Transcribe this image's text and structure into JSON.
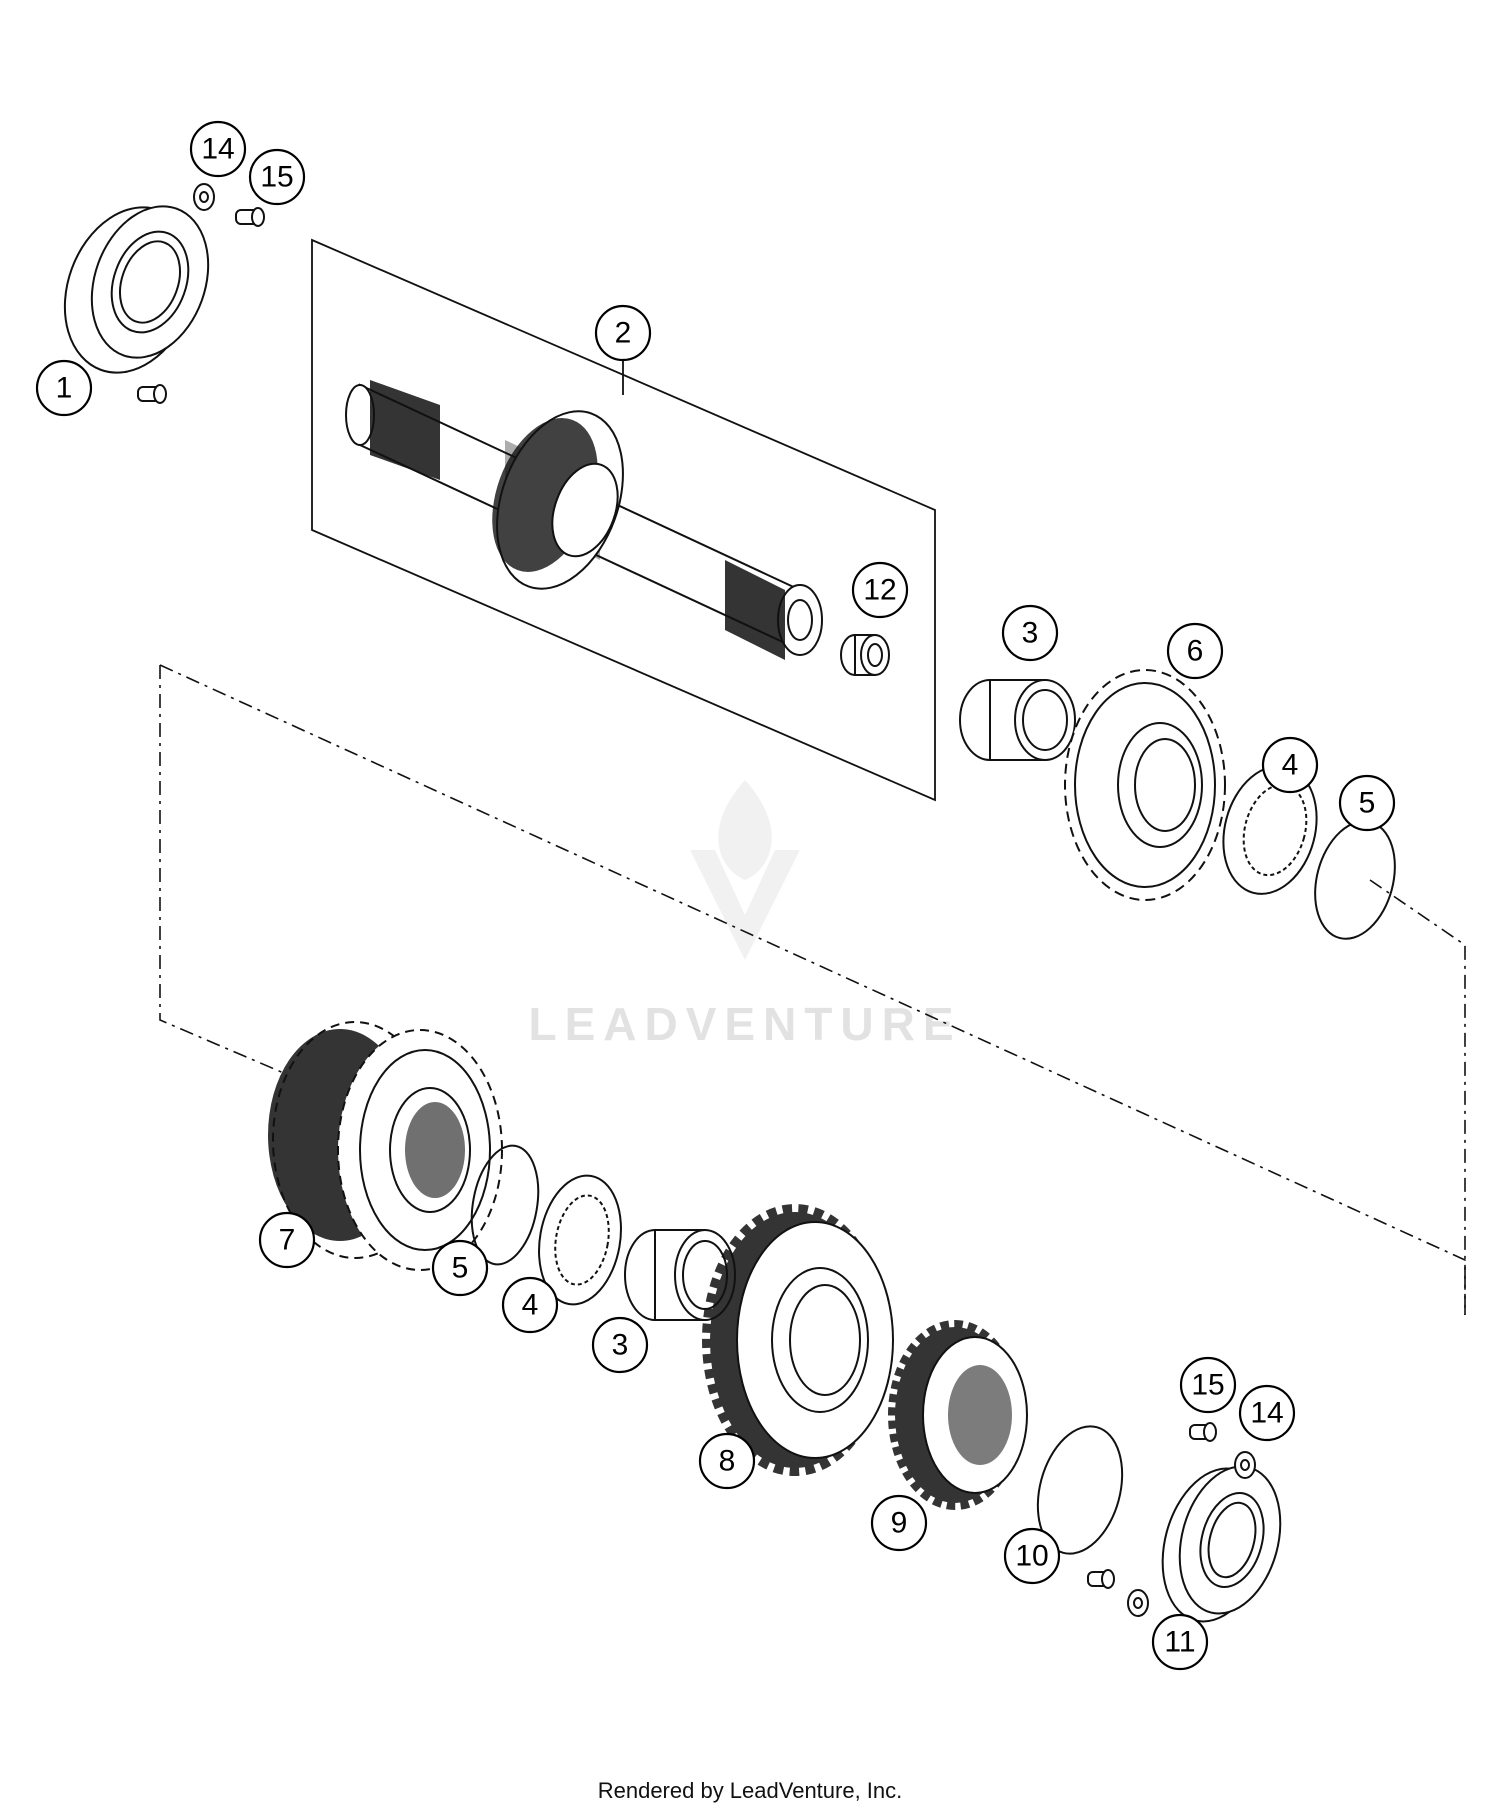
{
  "watermark": "LEADVENTURE",
  "footer": "Rendered by LeadVenture, Inc.",
  "callouts": [
    "1",
    "2",
    "3",
    "3",
    "4",
    "4",
    "5",
    "5",
    "6",
    "7",
    "8",
    "9",
    "10",
    "11",
    "12",
    "14",
    "14",
    "15",
    "15"
  ]
}
